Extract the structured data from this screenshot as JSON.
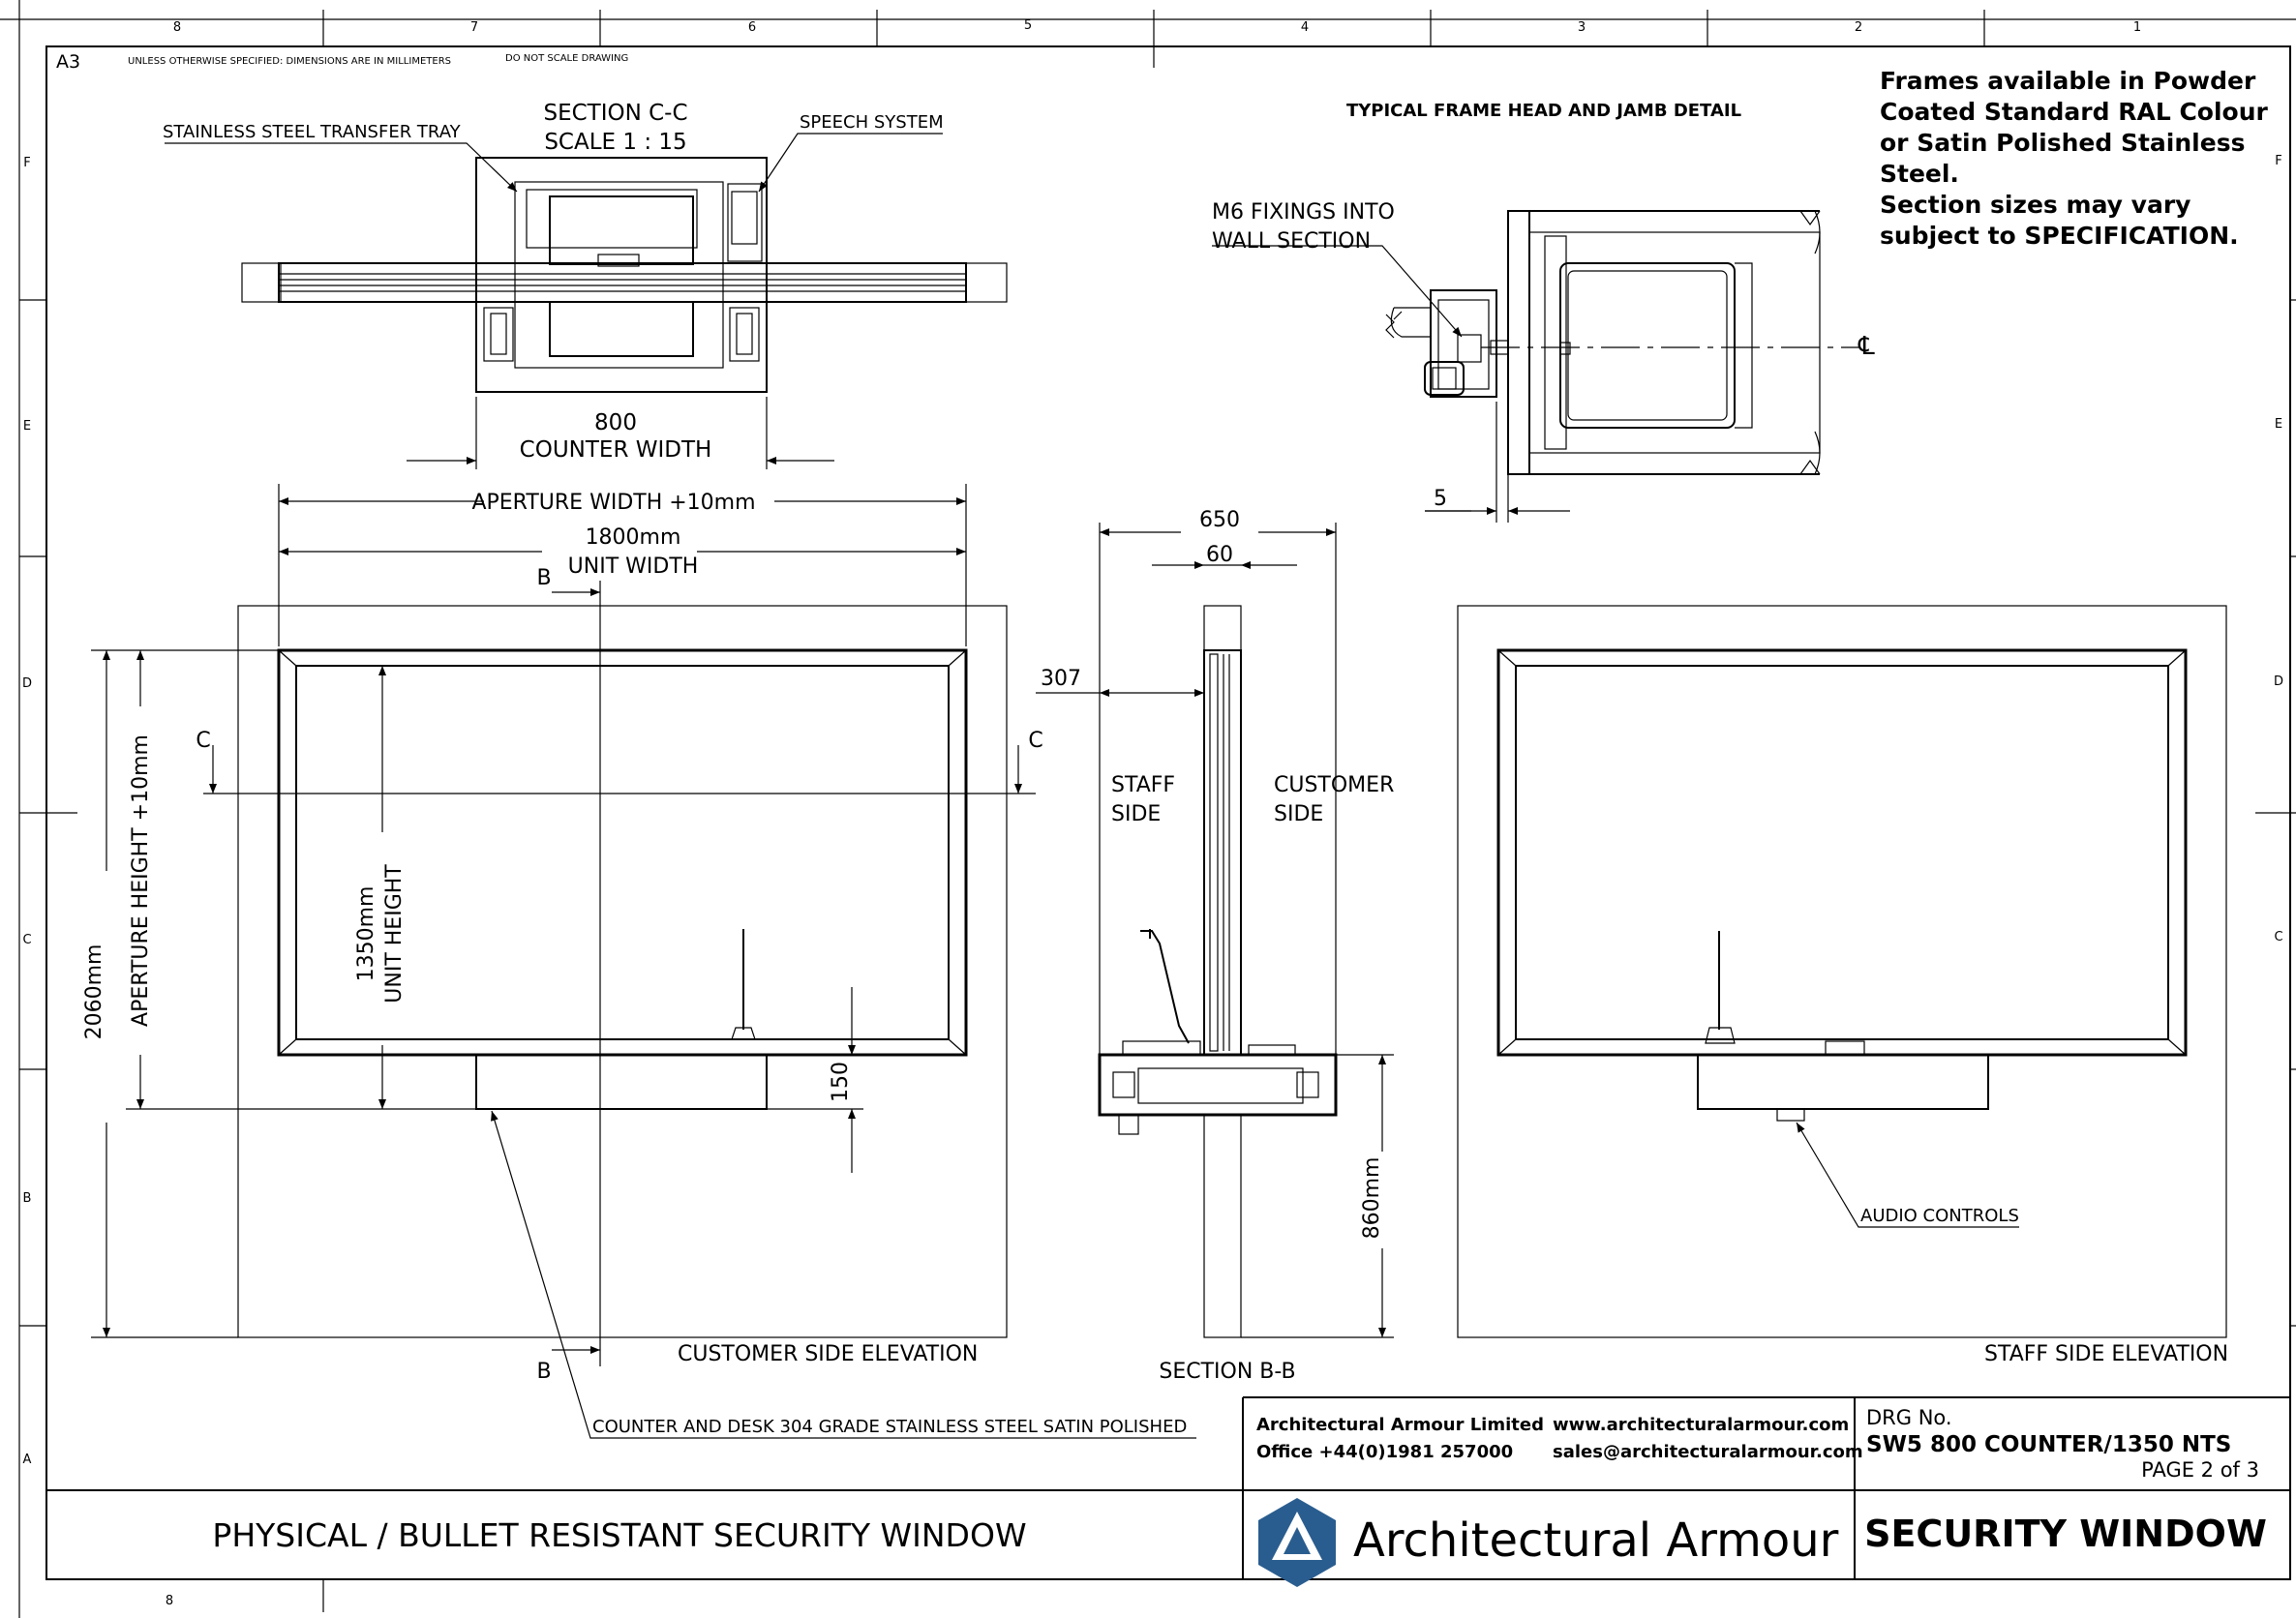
{
  "border": {
    "top_zones": [
      "8",
      "7",
      "6",
      "5",
      "4",
      "3",
      "2",
      "1"
    ],
    "side_zones": [
      "F",
      "E",
      "D",
      "C",
      "B",
      "A"
    ],
    "bottom_zone": "8"
  },
  "header_notes": {
    "sheet_size": "A3",
    "units_note": "UNLESS OTHERWISE SPECIFIED: DIMENSIONS ARE IN MILLIMETERS",
    "scale_note": "DO NOT SCALE DRAWING"
  },
  "section_cc": {
    "title": "SECTION C-C",
    "scale": "SCALE 1 : 15",
    "tray_label": "STAINLESS STEEL TRANSFER TRAY",
    "speech_label": "SPEECH SYSTEM",
    "counter_dim": "800",
    "counter_label": "COUNTER WIDTH"
  },
  "frame_detail": {
    "title": "TYPICAL FRAME HEAD AND JAMB DETAIL",
    "fixings_line1": "M6 FIXINGS INTO",
    "fixings_line2": "WALL SECTION",
    "gap_dim": "5",
    "centreline": "℄"
  },
  "notes": [
    "Frames available in Powder",
    "Coated Standard RAL Colour",
    "or Satin Polished Stainless",
    "Steel.",
    "Section sizes may vary",
    "subject to SPECIFICATION."
  ],
  "customer_elevation": {
    "aperture_width": "APERTURE WIDTH +10mm",
    "unit_width_dim": "1800mm",
    "unit_width_label": "UNIT WIDTH",
    "aperture_height": "APERTURE HEIGHT +10mm",
    "overall_height": "2060mm",
    "unit_height_dim": "1350mm",
    "unit_height_label": "UNIT HEIGHT",
    "counter_depth_dim": "150",
    "section_b": "B",
    "section_c": "C",
    "title": "CUSTOMER SIDE ELEVATION",
    "counter_note": "COUNTER AND DESK 304 GRADE STAINLESS STEEL SATIN POLISHED"
  },
  "section_bb": {
    "depth_dim": "650",
    "frame_dim": "60",
    "offset_dim": "307",
    "staff_side_line1": "STAFF",
    "staff_side_line2": "SIDE",
    "customer_side_line1": "CUSTOMER",
    "customer_side_line2": "SIDE",
    "counter_height_dim": "860mm",
    "title": "SECTION B-B"
  },
  "staff_elevation": {
    "audio_label": "AUDIO CONTROLS",
    "title": "STAFF SIDE ELEVATION"
  },
  "title_block": {
    "company": "Architectural Armour Limited",
    "office": "Office +44(0)1981 257000",
    "website": "www.architecturalarmour.com",
    "email": "sales@architecturalarmour.com",
    "drg_label": "DRG No.",
    "drg_number": "SW5 800 COUNTER/1350 NTS",
    "page": "PAGE 2 of 3",
    "drawing_title": "PHYSICAL / BULLET RESISTANT SECURITY WINDOW",
    "logo_text": "Architectural Armour",
    "product": "SECURITY WINDOW",
    "logo_color": "#2a5d8f"
  }
}
